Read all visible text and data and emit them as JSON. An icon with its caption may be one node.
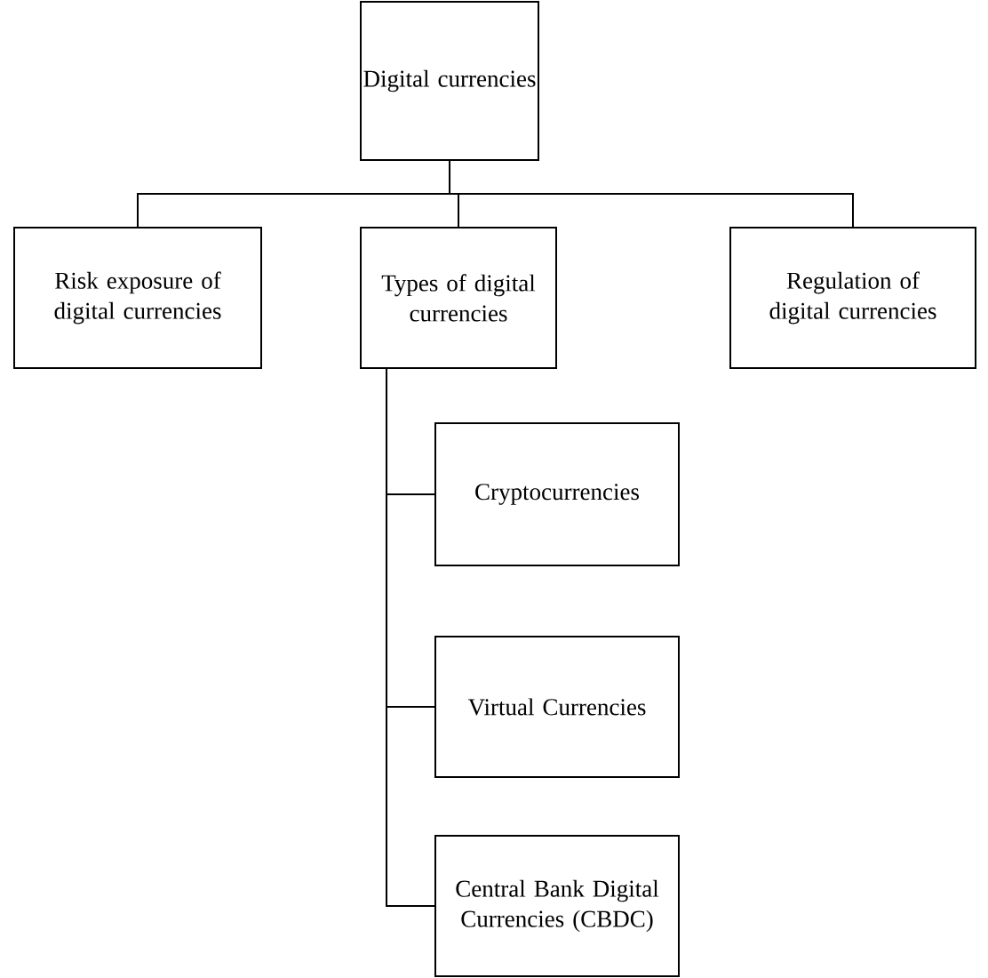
{
  "diagram": {
    "nodes": [
      {
        "text": [
          "Digital currencies"
        ]
      },
      {
        "text": [
          "Risk exposure of digital currencies"
        ]
      },
      {
        "text": [
          "Types of digital currencies"
        ]
      },
      {
        "text": [
          "Regulation of digital currencies"
        ]
      },
      {
        "text": [
          "Cryptocurrencies"
        ]
      },
      {
        "text": [
          "Virtual Currencies"
        ]
      },
      {
        "text": [
          "Central Bank Digital Currencies (CBDC)"
        ]
      }
    ],
    "edges": [
      {
        "from": 0,
        "to": 1,
        "arrow": "none"
      },
      {
        "from": 0,
        "to": 2,
        "arrow": "none"
      },
      {
        "from": 0,
        "to": 3,
        "arrow": "none"
      },
      {
        "from": 2,
        "to": 4,
        "arrow": "none"
      },
      {
        "from": 2,
        "to": 5,
        "arrow": "none"
      },
      {
        "from": 2,
        "to": 6,
        "arrow": "none"
      }
    ]
  }
}
